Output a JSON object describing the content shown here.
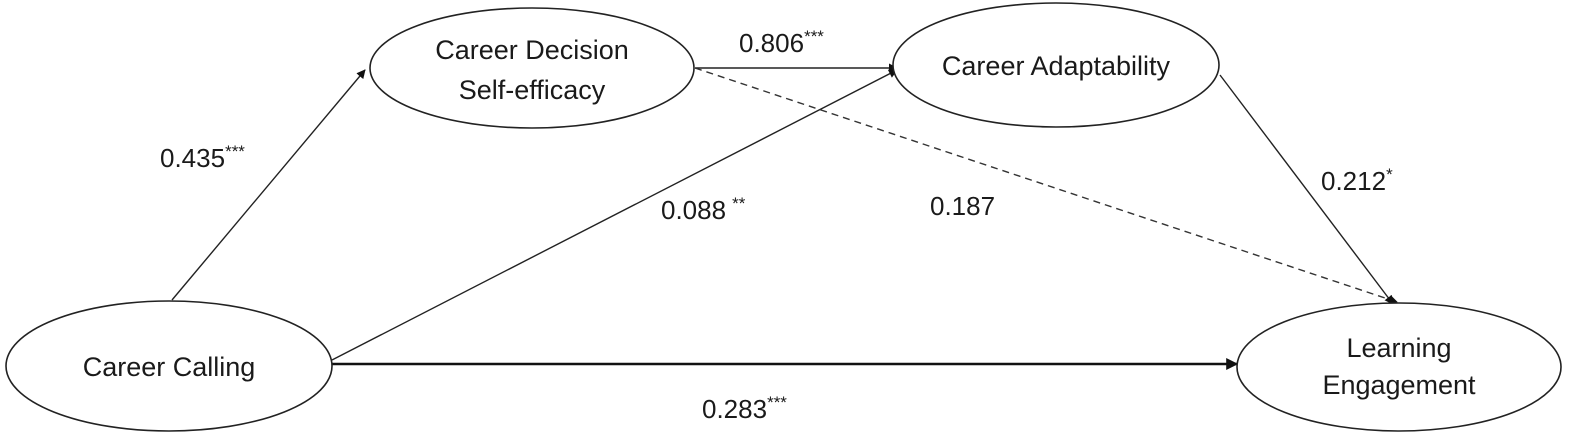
{
  "nodes": {
    "career_calling": {
      "lines": [
        "Career Calling"
      ]
    },
    "self_efficacy": {
      "lines": [
        "Career Decision",
        "Self-efficacy"
      ]
    },
    "adaptability": {
      "lines": [
        "Career Adaptability"
      ]
    },
    "engagement": {
      "lines": [
        "Learning",
        "Engagement"
      ]
    }
  },
  "paths": {
    "calling_to_efficacy": {
      "value": "0.435",
      "sig": "***"
    },
    "efficacy_to_adaptability": {
      "value": "0.806",
      "sig": "***"
    },
    "calling_to_adaptability": {
      "value": "0.088",
      "sig": "**"
    },
    "efficacy_to_engagement": {
      "value": "0.187",
      "sig": "",
      "style": "dashed"
    },
    "adaptability_to_engagement": {
      "value": "0.212",
      "sig": "*"
    },
    "calling_to_engagement": {
      "value": "0.283",
      "sig": "***"
    }
  }
}
